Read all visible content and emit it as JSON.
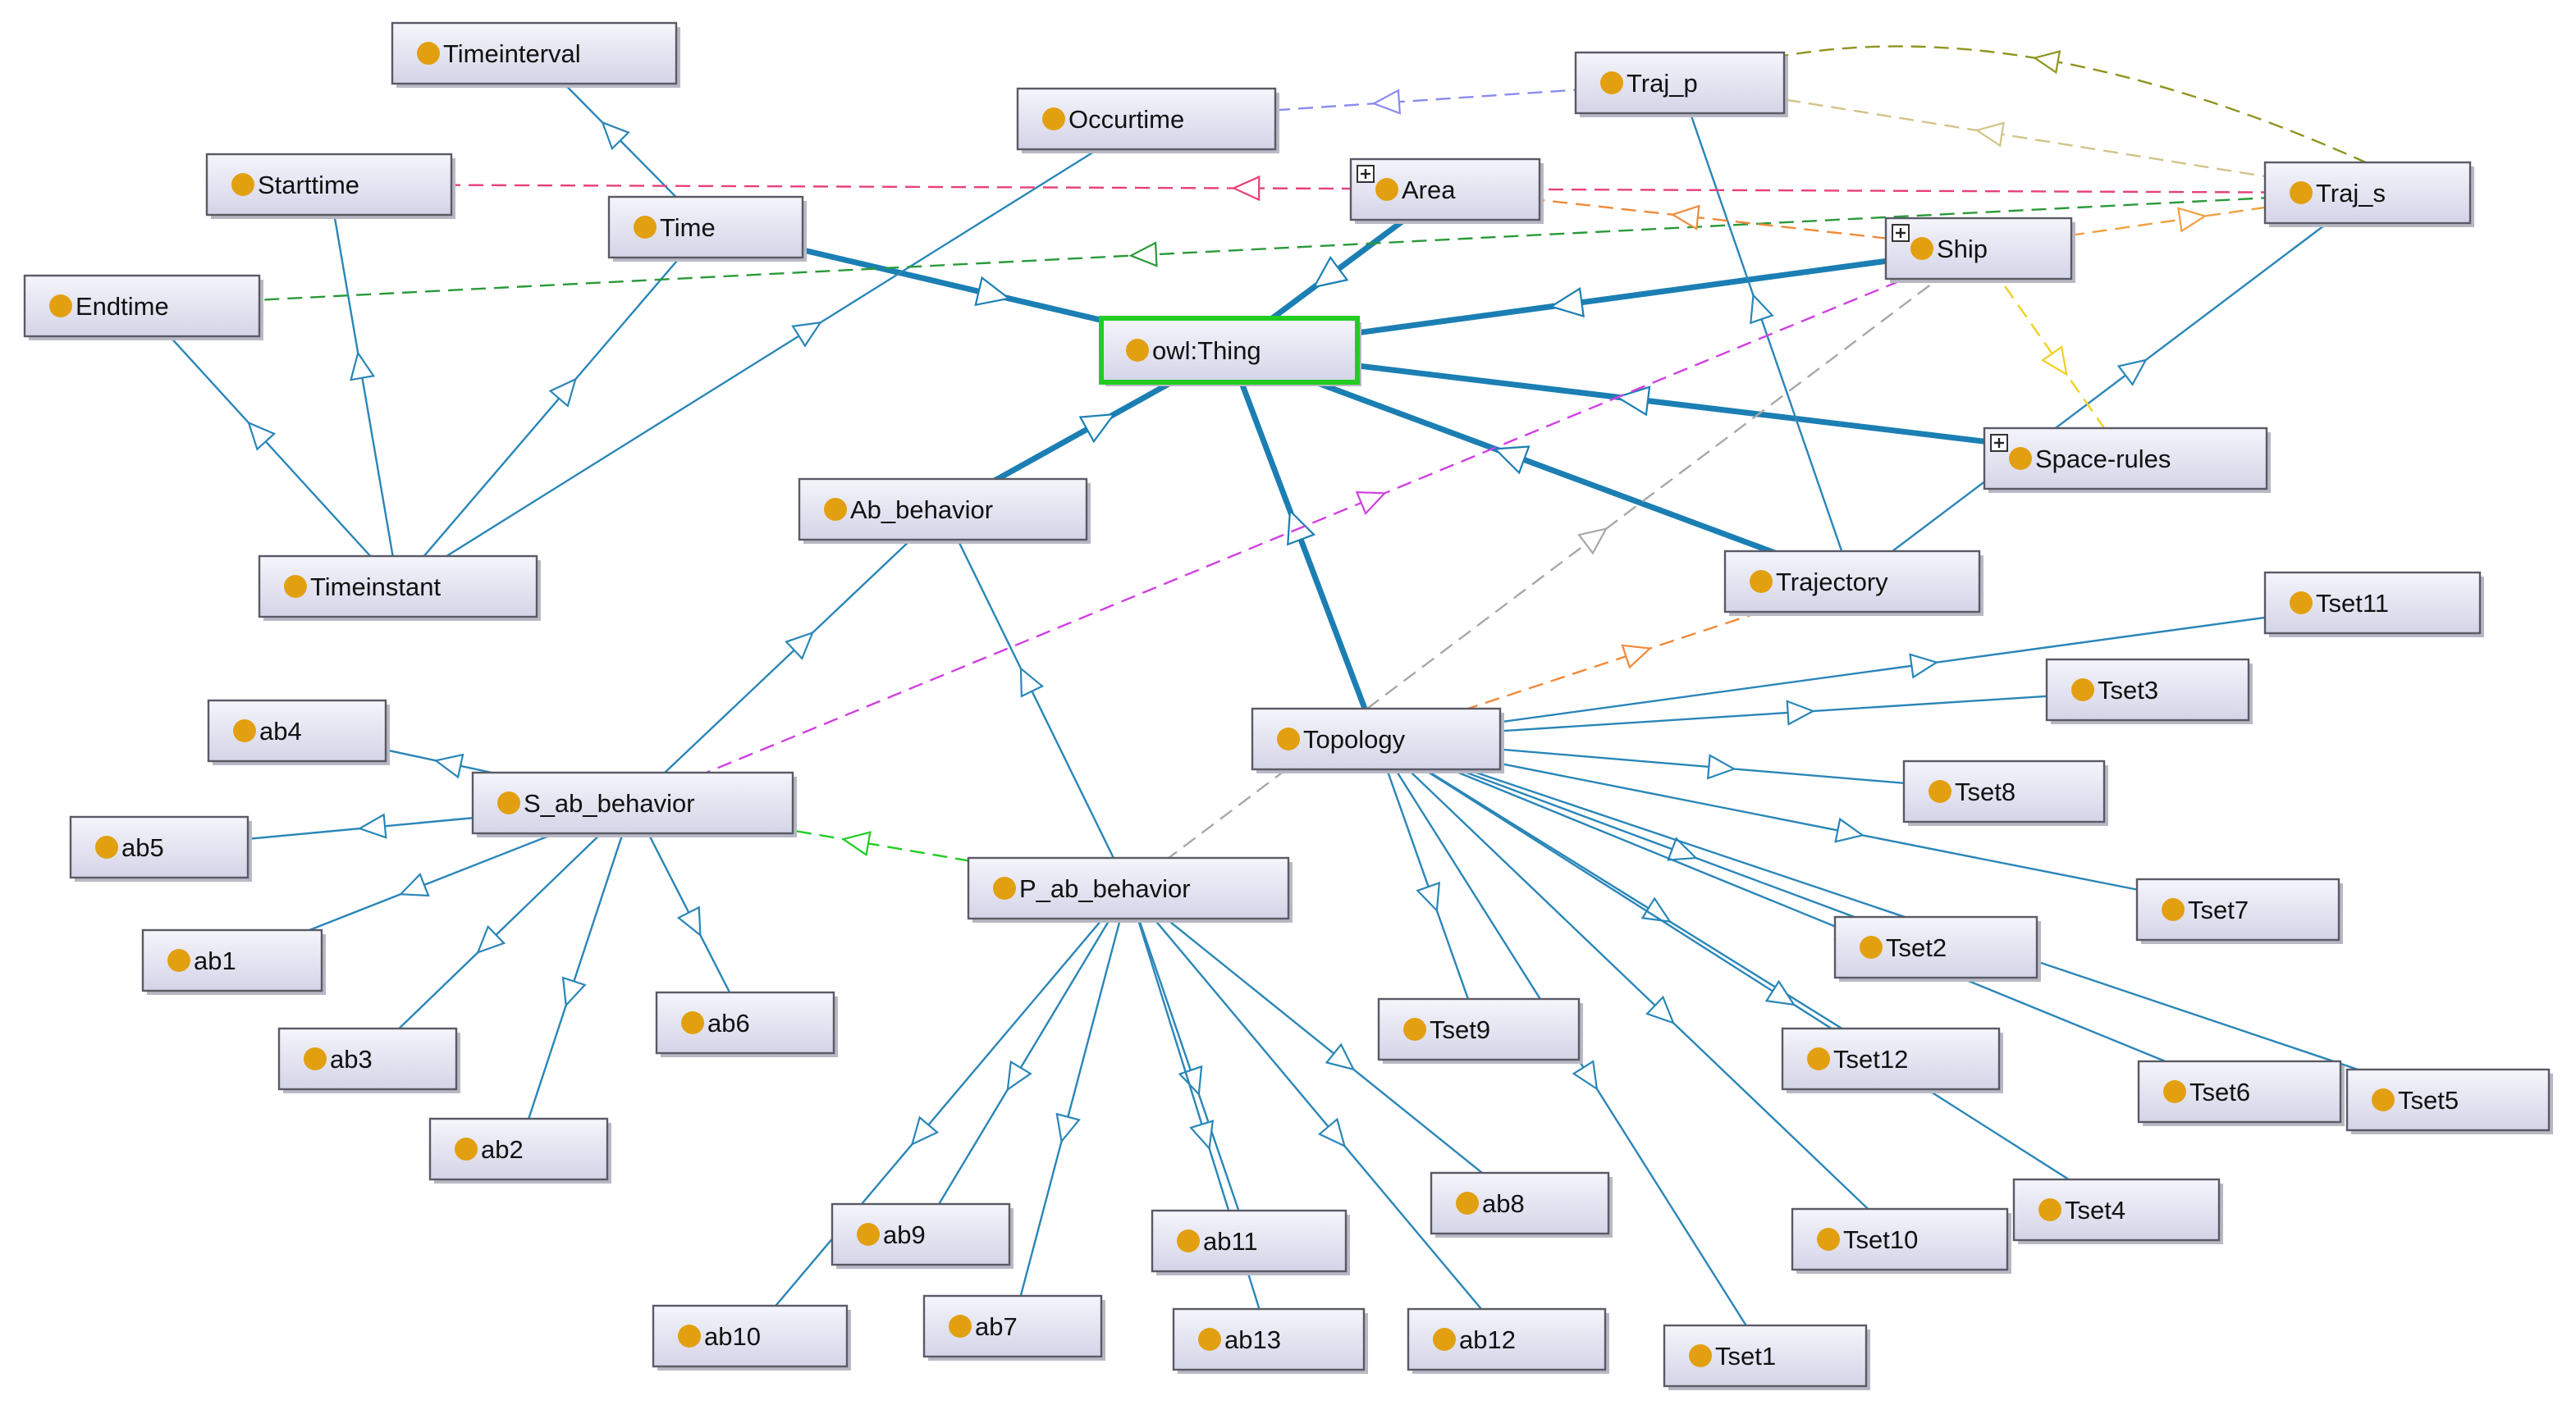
{
  "colors": {
    "node_fill_top": "#f5f5fb",
    "node_fill_bottom": "#d4d4e8",
    "node_border": "#5a5a66",
    "node_dot": "#e2a010",
    "root_border": "#22cc22",
    "subclass_edge": "#2a86b8",
    "subclass_edge_thick": "#1b7fb3"
  },
  "nodes": [
    {
      "id": "Timeinterval",
      "label": "Timeinterval"
    },
    {
      "id": "Occurtime",
      "label": "Occurtime"
    },
    {
      "id": "Traj_p",
      "label": "Traj_p"
    },
    {
      "id": "Starttime",
      "label": "Starttime"
    },
    {
      "id": "Area",
      "label": "Area",
      "expandable": true
    },
    {
      "id": "Traj_s",
      "label": "Traj_s"
    },
    {
      "id": "Time",
      "label": "Time"
    },
    {
      "id": "Ship",
      "label": "Ship",
      "expandable": true
    },
    {
      "id": "Endtime",
      "label": "Endtime"
    },
    {
      "id": "owlThing",
      "label": "owl:Thing",
      "root": true
    },
    {
      "id": "Space_rules",
      "label": "Space-rules",
      "expandable": true
    },
    {
      "id": "Ab_behavior",
      "label": "Ab_behavior"
    },
    {
      "id": "Trajectory",
      "label": "Trajectory"
    },
    {
      "id": "Timeinstant",
      "label": "Timeinstant"
    },
    {
      "id": "Tset11",
      "label": "Tset11"
    },
    {
      "id": "Tset3",
      "label": "Tset3"
    },
    {
      "id": "ab4",
      "label": "ab4"
    },
    {
      "id": "Topology",
      "label": "Topology"
    },
    {
      "id": "S_ab_behavior",
      "label": "S_ab_behavior"
    },
    {
      "id": "Tset8",
      "label": "Tset8"
    },
    {
      "id": "ab5",
      "label": "ab5"
    },
    {
      "id": "P_ab_behavior",
      "label": "P_ab_behavior"
    },
    {
      "id": "Tset7",
      "label": "Tset7"
    },
    {
      "id": "ab1",
      "label": "ab1"
    },
    {
      "id": "Tset2",
      "label": "Tset2"
    },
    {
      "id": "ab6",
      "label": "ab6"
    },
    {
      "id": "Tset9",
      "label": "Tset9"
    },
    {
      "id": "ab3",
      "label": "ab3"
    },
    {
      "id": "Tset12",
      "label": "Tset12"
    },
    {
      "id": "Tset6",
      "label": "Tset6"
    },
    {
      "id": "Tset5",
      "label": "Tset5"
    },
    {
      "id": "ab2",
      "label": "ab2"
    },
    {
      "id": "ab8",
      "label": "ab8"
    },
    {
      "id": "Tset4",
      "label": "Tset4"
    },
    {
      "id": "ab9",
      "label": "ab9"
    },
    {
      "id": "ab11",
      "label": "ab11"
    },
    {
      "id": "Tset10",
      "label": "Tset10"
    },
    {
      "id": "ab10",
      "label": "ab10"
    },
    {
      "id": "ab7",
      "label": "ab7"
    },
    {
      "id": "ab13",
      "label": "ab13"
    },
    {
      "id": "ab12",
      "label": "ab12"
    },
    {
      "id": "Tset1",
      "label": "Tset1"
    }
  ],
  "edges": [
    {
      "from": "Time",
      "to": "owlThing",
      "kind": "subclass-thick"
    },
    {
      "from": "Area",
      "to": "owlThing",
      "kind": "subclass-thick"
    },
    {
      "from": "Ship",
      "to": "owlThing",
      "kind": "subclass-thick"
    },
    {
      "from": "Space_rules",
      "to": "owlThing",
      "kind": "subclass-thick"
    },
    {
      "from": "Trajectory",
      "to": "owlThing",
      "kind": "subclass-thick"
    },
    {
      "from": "Ab_behavior",
      "to": "owlThing",
      "kind": "subclass-thick"
    },
    {
      "from": "Topology",
      "to": "owlThing",
      "kind": "subclass-thick"
    },
    {
      "from": "Time",
      "to": "Timeinterval",
      "kind": "subclass"
    },
    {
      "from": "Timeinstant",
      "to": "Time",
      "kind": "subclass"
    },
    {
      "from": "Timeinstant",
      "to": "Starttime",
      "kind": "subclass"
    },
    {
      "from": "Timeinstant",
      "to": "Endtime",
      "kind": "subclass"
    },
    {
      "from": "Timeinstant",
      "to": "Occurtime",
      "kind": "subclass"
    },
    {
      "from": "Trajectory",
      "to": "Traj_p",
      "kind": "subclass"
    },
    {
      "from": "Trajectory",
      "to": "Traj_s",
      "kind": "subclass"
    },
    {
      "from": "S_ab_behavior",
      "to": "Ab_behavior",
      "kind": "subclass"
    },
    {
      "from": "P_ab_behavior",
      "to": "Ab_behavior",
      "kind": "subclass"
    },
    {
      "from": "S_ab_behavior",
      "to": "ab4",
      "kind": "subclass"
    },
    {
      "from": "S_ab_behavior",
      "to": "ab5",
      "kind": "subclass"
    },
    {
      "from": "S_ab_behavior",
      "to": "ab1",
      "kind": "subclass"
    },
    {
      "from": "S_ab_behavior",
      "to": "ab3",
      "kind": "subclass"
    },
    {
      "from": "S_ab_behavior",
      "to": "ab2",
      "kind": "subclass"
    },
    {
      "from": "S_ab_behavior",
      "to": "ab6",
      "kind": "subclass"
    },
    {
      "from": "P_ab_behavior",
      "to": "ab9",
      "kind": "subclass"
    },
    {
      "from": "P_ab_behavior",
      "to": "ab10",
      "kind": "subclass"
    },
    {
      "from": "P_ab_behavior",
      "to": "ab7",
      "kind": "subclass"
    },
    {
      "from": "P_ab_behavior",
      "to": "ab11",
      "kind": "subclass"
    },
    {
      "from": "P_ab_behavior",
      "to": "ab13",
      "kind": "subclass"
    },
    {
      "from": "P_ab_behavior",
      "to": "ab12",
      "kind": "subclass"
    },
    {
      "from": "P_ab_behavior",
      "to": "ab8",
      "kind": "subclass"
    },
    {
      "from": "Topology",
      "to": "Tset11",
      "kind": "subclass"
    },
    {
      "from": "Topology",
      "to": "Tset3",
      "kind": "subclass"
    },
    {
      "from": "Topology",
      "to": "Tset8",
      "kind": "subclass"
    },
    {
      "from": "Topology",
      "to": "Tset7",
      "kind": "subclass"
    },
    {
      "from": "Topology",
      "to": "Tset2",
      "kind": "subclass"
    },
    {
      "from": "Topology",
      "to": "Tset6",
      "kind": "subclass"
    },
    {
      "from": "Topology",
      "to": "Tset5",
      "kind": "subclass"
    },
    {
      "from": "Topology",
      "to": "Tset12",
      "kind": "subclass"
    },
    {
      "from": "Topology",
      "to": "Tset4",
      "kind": "subclass"
    },
    {
      "from": "Topology",
      "to": "Tset9",
      "kind": "subclass"
    },
    {
      "from": "Topology",
      "to": "Tset10",
      "kind": "subclass"
    },
    {
      "from": "Topology",
      "to": "Tset1",
      "kind": "subclass"
    },
    {
      "from": "Traj_p",
      "to": "Occurtime",
      "kind": "property",
      "color": "#8a8cf0"
    },
    {
      "from": "Traj_s",
      "to": "Traj_p",
      "kind": "property",
      "color": "#d2c48a"
    },
    {
      "from": "Traj_s",
      "to": "Traj_p",
      "kind": "property",
      "color": "#8f9520",
      "curve": true
    },
    {
      "from": "Traj_s",
      "to": "Starttime",
      "kind": "property",
      "color": "#e8407a"
    },
    {
      "from": "Traj_s",
      "to": "Endtime",
      "kind": "property",
      "color": "#2a9a3a"
    },
    {
      "from": "Ship",
      "to": "Area",
      "kind": "property",
      "color": "#f08a3a"
    },
    {
      "from": "Ship",
      "to": "Traj_s",
      "kind": "property",
      "color": "#f0a040"
    },
    {
      "from": "Ship",
      "to": "Space_rules",
      "kind": "property",
      "color": "#f0d020"
    },
    {
      "from": "S_ab_behavior",
      "to": "Ship",
      "kind": "property",
      "color": "#d040e0"
    },
    {
      "from": "P_ab_behavior",
      "to": "Ship",
      "kind": "property",
      "color": "#a8a8a8"
    },
    {
      "from": "P_ab_behavior",
      "to": "S_ab_behavior",
      "kind": "property",
      "color": "#22cc22"
    },
    {
      "from": "Topology",
      "to": "Trajectory",
      "kind": "property",
      "color": "#f08a3a"
    }
  ]
}
